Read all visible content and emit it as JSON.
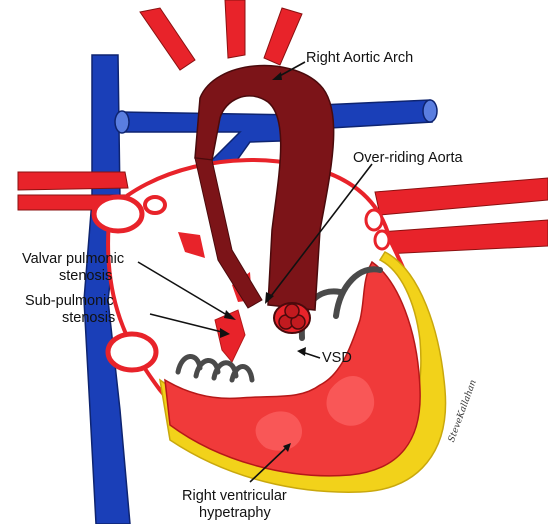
{
  "labels": {
    "right_aortic_arch": "Right Aortic Arch",
    "over_riding_aorta": "Over-riding Aorta",
    "valvar_pulmonic_line1": "Valvar pulmonic",
    "valvar_pulmonic_line2": "stenosis",
    "sub_pulmonic_line1": "Sub-pulmonic",
    "sub_pulmonic_line2": "stenosis",
    "vsd": "VSD",
    "rvh_line1": "Right ventricular",
    "rvh_line2": "hypetraphy"
  },
  "signature": "SteveKallahan",
  "colors": {
    "artery_red": "#e8232a",
    "aorta_dark_red": "#7c1418",
    "vein_blue": "#1a3fb8",
    "chamber_red": "#f03a3a",
    "chamber_light": "#ff6b6b",
    "myocardium_yellow": "#f2d21a",
    "valve_gray": "#4a4a4a",
    "outline": "#222222"
  }
}
